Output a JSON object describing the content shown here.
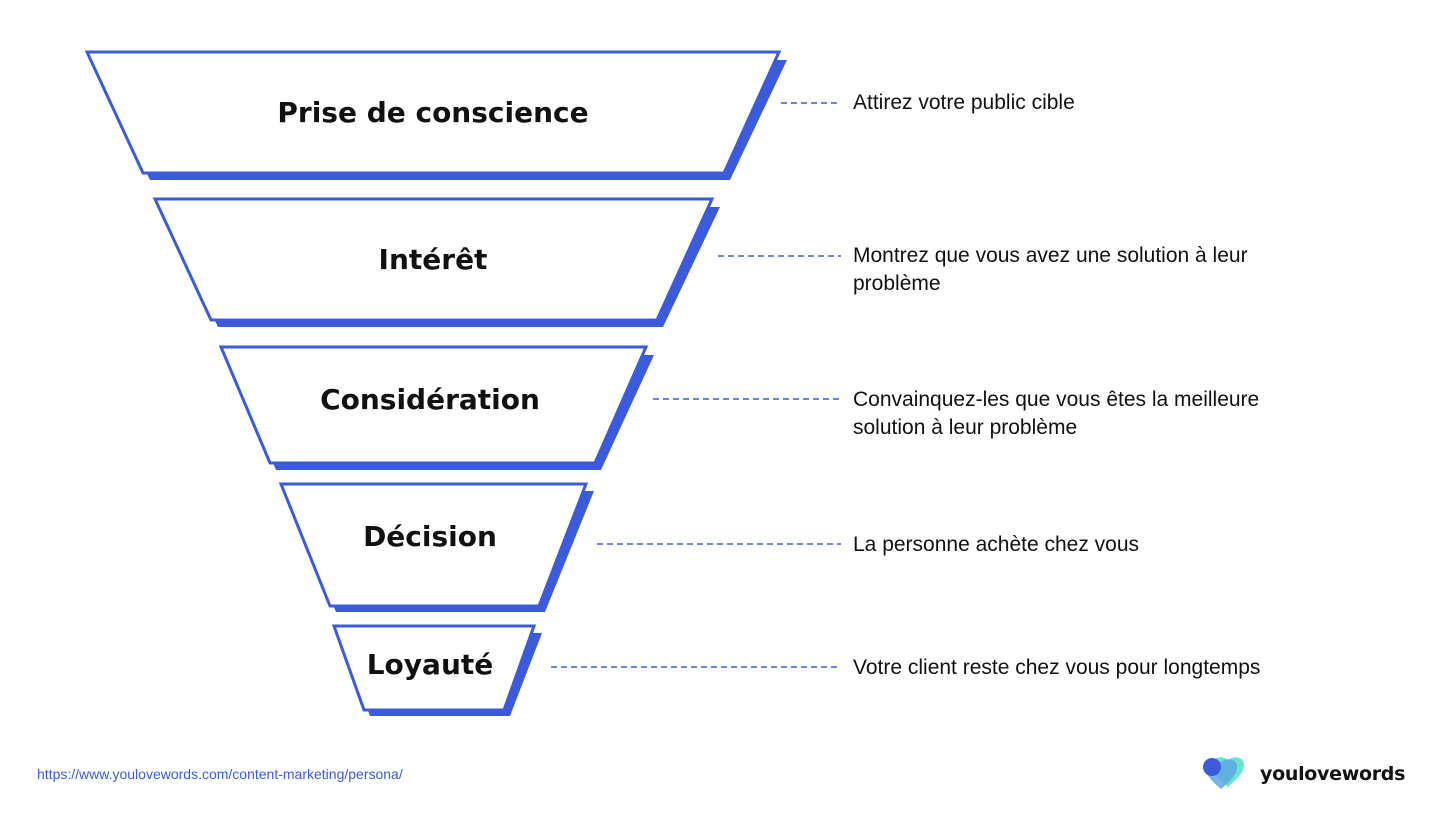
{
  "colors": {
    "accent": "#3b5bdb",
    "text": "#111111",
    "background": "#ffffff",
    "brand_blue": "#3b5bdb",
    "brand_sky": "#5aa9e6",
    "brand_mint": "#62e3c8"
  },
  "funnel": {
    "stages": [
      {
        "label": "Prise de conscience",
        "description": "Attirez votre public cible"
      },
      {
        "label": "Intérêt",
        "description": "Montrez que vous avez une solution à leur problème"
      },
      {
        "label": "Considération",
        "description": "Convainquez-les que vous êtes la meilleure solution à leur problème"
      },
      {
        "label": "Décision",
        "description": "La personne achète chez vous"
      },
      {
        "label": "Loyauté",
        "description": "Votre client reste chez vous pour longtemps"
      }
    ]
  },
  "footer": {
    "source_url": "https://www.youlovewords.com/content-marketing/persona/",
    "brand_name": "youlovewords",
    "brand_icon": "heart-logo-icon"
  }
}
